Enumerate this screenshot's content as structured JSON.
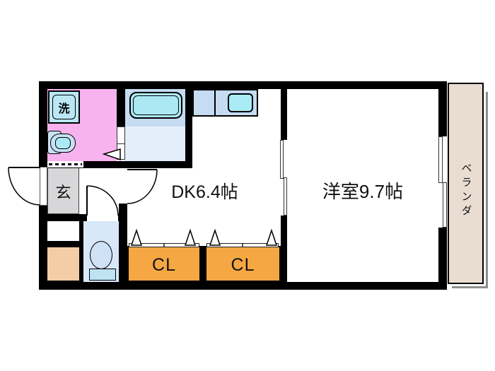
{
  "floorplan": {
    "type": "apartment-floor-plan",
    "rooms": {
      "washroom": {
        "washer_label": "洗"
      },
      "entrance": {
        "label": "玄"
      },
      "dining_kitchen": {
        "label": "DK6.4帖"
      },
      "western_room": {
        "label": "洋室9.7帖"
      },
      "closet_left": {
        "label": "CL"
      },
      "closet_right": {
        "label": "CL"
      },
      "veranda": {
        "label": "ベランダ"
      }
    },
    "colors": {
      "wall": "#000000",
      "washroom_pink": "#f8b2ee",
      "bath_blue": "#c5dcf2",
      "bath_floor_light": "#e4eefa",
      "fixture_cyan": "#abe8f4",
      "counter_blue": "#c5dcf2",
      "entrance_gray": "#d7d6d8",
      "storage_beige": "#f3cda5",
      "toilet_floor_blue": "#d8e8f8",
      "closet_orange": "#f5a743",
      "veranda_beige": "#e9ddd2"
    }
  }
}
